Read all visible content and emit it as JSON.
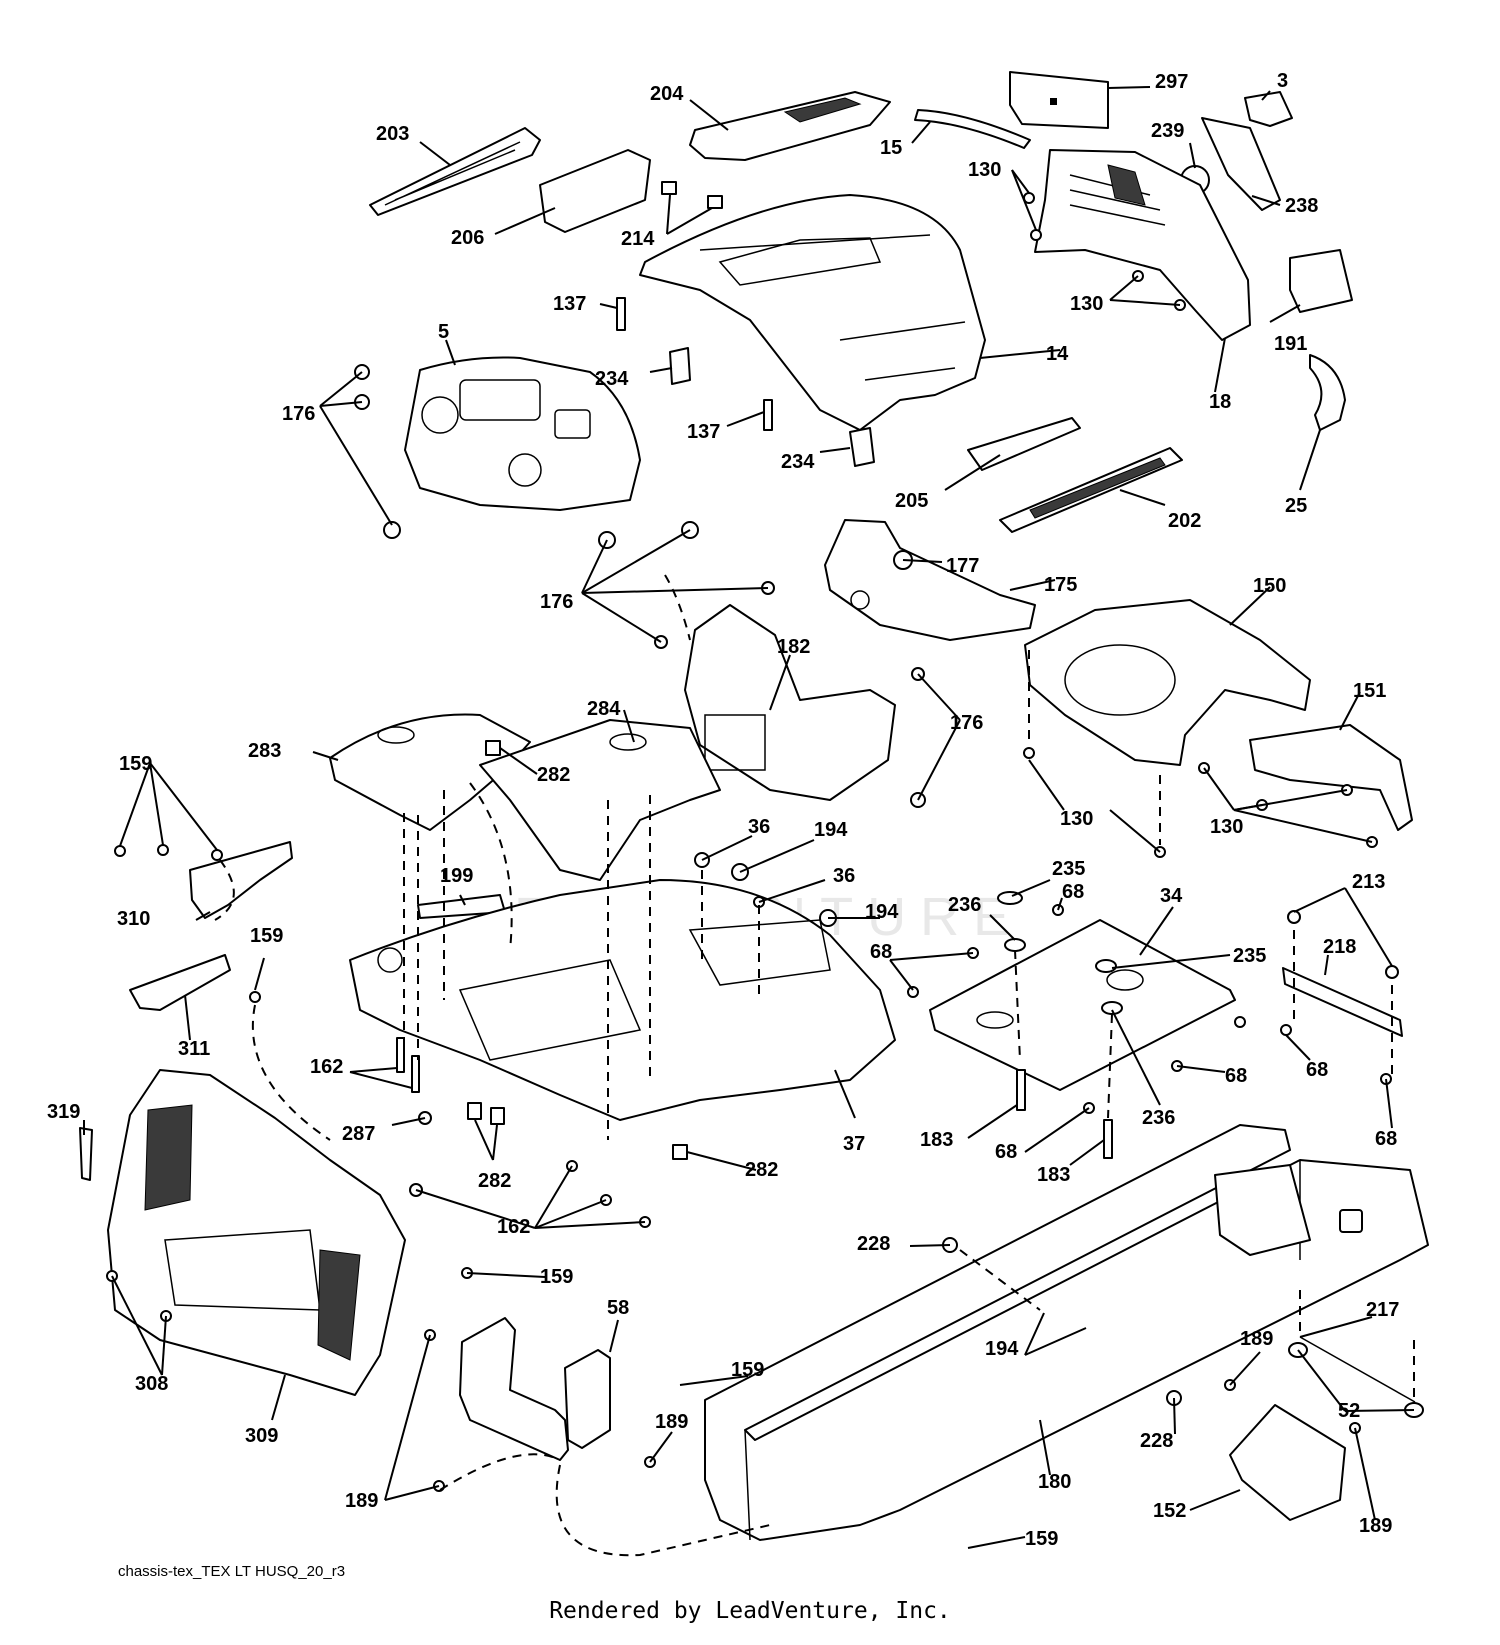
{
  "diagram": {
    "id_label": "chassis-tex_TEX LT HUSQ_20_r3",
    "credit": "Rendered by LeadVenture, Inc.",
    "watermark": "LEADVENTURE",
    "callouts": [
      {
        "key": "c297",
        "label": "297"
      },
      {
        "key": "c3",
        "label": "3"
      },
      {
        "key": "c204",
        "label": "204"
      },
      {
        "key": "c203",
        "label": "203"
      },
      {
        "key": "c15",
        "label": "15"
      },
      {
        "key": "c239",
        "label": "239"
      },
      {
        "key": "c130a",
        "label": "130"
      },
      {
        "key": "c238",
        "label": "238"
      },
      {
        "key": "c206",
        "label": "206"
      },
      {
        "key": "c214",
        "label": "214"
      },
      {
        "key": "c137a",
        "label": "137"
      },
      {
        "key": "c130b",
        "label": "130"
      },
      {
        "key": "c191",
        "label": "191"
      },
      {
        "key": "c5",
        "label": "5"
      },
      {
        "key": "c14",
        "label": "14"
      },
      {
        "key": "c234a",
        "label": "234"
      },
      {
        "key": "c18",
        "label": "18"
      },
      {
        "key": "c176a",
        "label": "176"
      },
      {
        "key": "c137b",
        "label": "137"
      },
      {
        "key": "c234b",
        "label": "234"
      },
      {
        "key": "c205",
        "label": "205"
      },
      {
        "key": "c25",
        "label": "25"
      },
      {
        "key": "c202",
        "label": "202"
      },
      {
        "key": "c177",
        "label": "177"
      },
      {
        "key": "c175",
        "label": "175"
      },
      {
        "key": "c150",
        "label": "150"
      },
      {
        "key": "c176b",
        "label": "176"
      },
      {
        "key": "c182",
        "label": "182"
      },
      {
        "key": "c151",
        "label": "151"
      },
      {
        "key": "c284",
        "label": "284"
      },
      {
        "key": "c176c",
        "label": "176"
      },
      {
        "key": "c283",
        "label": "283"
      },
      {
        "key": "c282a",
        "label": "282"
      },
      {
        "key": "c159a",
        "label": "159"
      },
      {
        "key": "c36a",
        "label": "36"
      },
      {
        "key": "c194a",
        "label": "194"
      },
      {
        "key": "c130c",
        "label": "130"
      },
      {
        "key": "c130d",
        "label": "130"
      },
      {
        "key": "c199",
        "label": "199"
      },
      {
        "key": "c36b",
        "label": "36"
      },
      {
        "key": "c235a",
        "label": "235"
      },
      {
        "key": "c236a",
        "label": "236"
      },
      {
        "key": "c68a",
        "label": "68"
      },
      {
        "key": "c34",
        "label": "34"
      },
      {
        "key": "c213",
        "label": "213"
      },
      {
        "key": "c194b",
        "label": "194"
      },
      {
        "key": "c310",
        "label": "310"
      },
      {
        "key": "c159b",
        "label": "159"
      },
      {
        "key": "c68b",
        "label": "68"
      },
      {
        "key": "c235b",
        "label": "235"
      },
      {
        "key": "c218",
        "label": "218"
      },
      {
        "key": "c311",
        "label": "311"
      },
      {
        "key": "c162a",
        "label": "162"
      },
      {
        "key": "c68c",
        "label": "68"
      },
      {
        "key": "c68d",
        "label": "68"
      },
      {
        "key": "c236b",
        "label": "236"
      },
      {
        "key": "c319",
        "label": "319"
      },
      {
        "key": "c287",
        "label": "287"
      },
      {
        "key": "c37",
        "label": "37"
      },
      {
        "key": "c183a",
        "label": "183"
      },
      {
        "key": "c68e",
        "label": "68"
      },
      {
        "key": "c68f",
        "label": "68"
      },
      {
        "key": "c282b",
        "label": "282"
      },
      {
        "key": "c282c",
        "label": "282"
      },
      {
        "key": "c183b",
        "label": "183"
      },
      {
        "key": "c162b",
        "label": "162"
      },
      {
        "key": "c228a",
        "label": "228"
      },
      {
        "key": "c159c",
        "label": "159"
      },
      {
        "key": "c58",
        "label": "58"
      },
      {
        "key": "c217",
        "label": "217"
      },
      {
        "key": "c194c",
        "label": "194"
      },
      {
        "key": "c189a",
        "label": "189"
      },
      {
        "key": "c159d",
        "label": "159"
      },
      {
        "key": "c308",
        "label": "308"
      },
      {
        "key": "c52",
        "label": "52"
      },
      {
        "key": "c189b",
        "label": "189"
      },
      {
        "key": "c228b",
        "label": "228"
      },
      {
        "key": "c309",
        "label": "309"
      },
      {
        "key": "c180",
        "label": "180"
      },
      {
        "key": "c189c",
        "label": "189"
      },
      {
        "key": "c152",
        "label": "152"
      },
      {
        "key": "c189d",
        "label": "189"
      },
      {
        "key": "c159e",
        "label": "159"
      }
    ]
  }
}
